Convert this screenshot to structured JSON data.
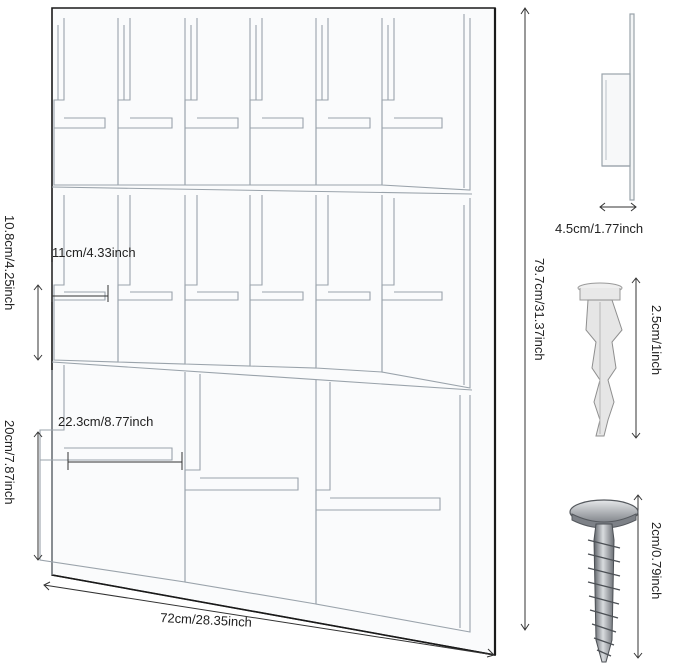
{
  "dimensions": {
    "pocket_small_width": "11cm/4.33inch",
    "pocket_large_width": "22.3cm/8.77inch",
    "row_small_height": "10.8cm/4.25inch",
    "row_large_height": "20cm/7.87inch",
    "total_width": "72cm/28.35inch",
    "total_height": "79.7cm/31.37inch",
    "bracket_depth": "4.5cm/1.77inch",
    "anchor_length": "2.5cm/1inch",
    "screw_length": "2cm/0.79inch"
  },
  "colors": {
    "acrylic_edge": "#9aa3ab",
    "backboard_edge": "#1a1a1a",
    "dimension_line": "#333333",
    "screw_metal": "#8c9096",
    "anchor_plastic": "#e8e8e8"
  }
}
